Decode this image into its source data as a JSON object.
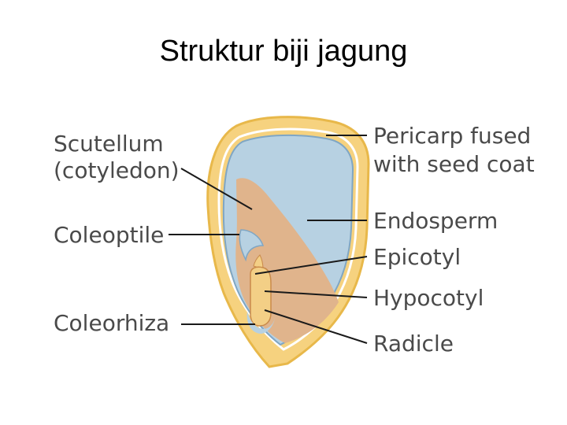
{
  "title": "Struktur biji jagung",
  "labels": {
    "scutellum_line1": "Scutellum",
    "scutellum_line2": "(cotyledon)",
    "coleoptile": "Coleoptile",
    "coleorhiza": "Coleorhiza",
    "pericarp_line1": "Pericarp fused",
    "pericarp_line2": "with seed coat",
    "endosperm": "Endosperm",
    "epicotyl": "Epicotyl",
    "hypocotyl": "Hypocotyl",
    "radicle": "Radicle"
  },
  "colors": {
    "pericarp": "#f6d27f",
    "pericarp_edge": "#e8b84a",
    "endosperm": "#b7d1e2",
    "scutellum": "#e0b48c",
    "embryo_axis": "#f3cf86"
  }
}
